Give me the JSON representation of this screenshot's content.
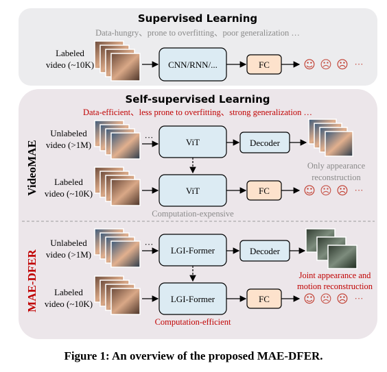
{
  "supervised": {
    "title": "Supervised Learning",
    "subtitle": "Data-hungry、prone to overfitting、poor generalization …",
    "input_line1": "Labeled",
    "input_line2": "video (~10K)",
    "model": "CNN/RNN/...",
    "head": "FC"
  },
  "self_supervised": {
    "title": "Self-supervised Learning",
    "subtitle": "Data-efficient、less prone to overfitting、strong generalization …"
  },
  "videomae": {
    "label": "VideoMAE",
    "unlabeled_line1": "Unlabeled",
    "unlabeled_line2": "video (>1M)",
    "labeled_line1": "Labeled",
    "labeled_line2": "video (~10K)",
    "encoder_top": "ViT",
    "encoder_bottom": "ViT",
    "decoder": "Decoder",
    "head": "FC",
    "recon_line1": "Only appearance",
    "recon_line2": "reconstruction",
    "cost_note": "Computation-expensive"
  },
  "maedfer": {
    "label": "MAE-DFER",
    "unlabeled_line1": "Unlabeled",
    "unlabeled_line2": "video (>1M)",
    "labeled_line1": "Labeled",
    "labeled_line2": "video (~10K)",
    "encoder_top": "LGI-Former",
    "encoder_bottom": "LGI-Former",
    "decoder": "Decoder",
    "head": "FC",
    "recon_line1": "Joint appearance and",
    "recon_line2": "motion reconstruction",
    "cost_note": "Computation-efficient"
  },
  "ellipsis": "…",
  "ellipsis_short": "···",
  "outputs": [
    "☺",
    "☹"
  ],
  "caption": "Figure 1: An overview of the proposed MAE-DFER.",
  "colors": {
    "panel_fill": "#ececee",
    "ssl_panel_fill": "#ece6ea",
    "box_blue": "#dcebf3",
    "box_orange": "#fde2cc",
    "red": "#c00000",
    "gray_text": "#8a8a8a",
    "emoji": "#c0392b"
  }
}
